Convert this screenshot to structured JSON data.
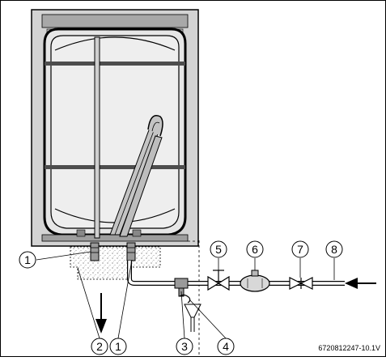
{
  "callouts": [
    "1",
    "2",
    "1",
    "3",
    "4",
    "5",
    "6",
    "7",
    "8"
  ],
  "document_code": "6720812247-10.1V"
}
